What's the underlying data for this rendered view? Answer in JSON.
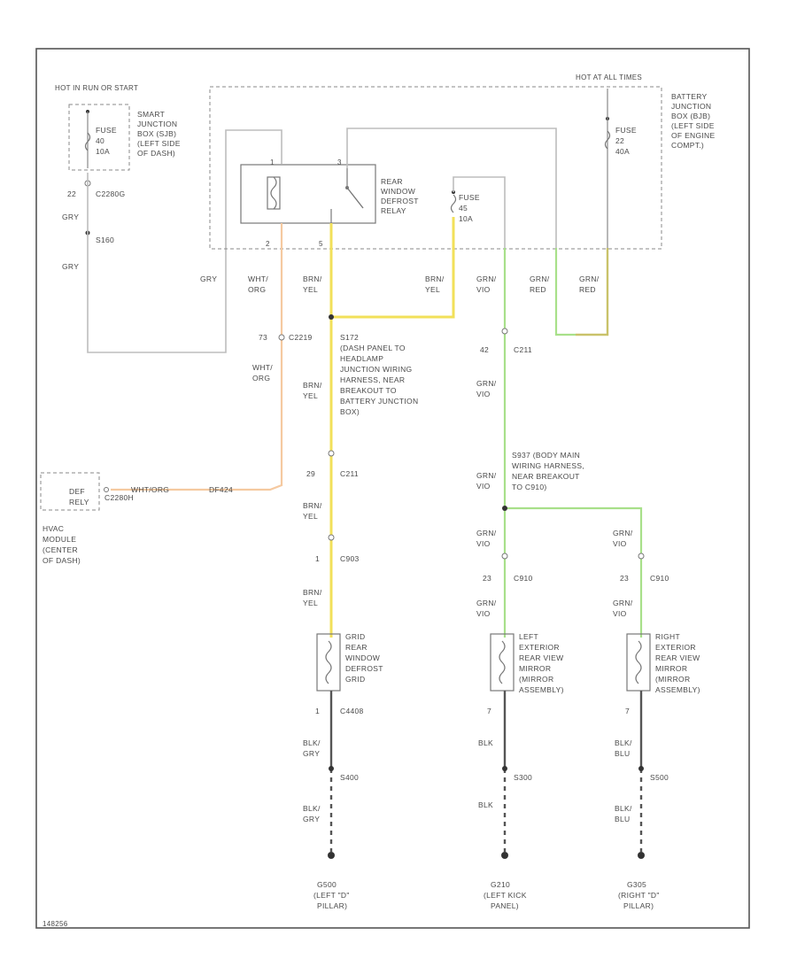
{
  "labels": {
    "hot_run_start": "HOT IN RUN OR START",
    "smart_jb": [
      "SMART",
      "JUNCTION",
      "BOX (SJB)",
      "(LEFT SIDE",
      "OF DASH)"
    ],
    "fuse_sjb": [
      "FUSE",
      "40",
      "10A"
    ],
    "c2280g": "C2280G",
    "pin22": "22",
    "wire_gry_1": "GRY",
    "s160": "S160",
    "wire_gry_2": "GRY",
    "wire_gry_3": "GRY",
    "wht_org_1": [
      "WHT/",
      "ORG"
    ],
    "hot_all_times": "HOT AT ALL TIMES",
    "bjb": [
      "BATTERY",
      "JUNCTION",
      "BOX (BJB)",
      "(LEFT SIDE",
      "OF ENGINE",
      "COMPT.)"
    ],
    "fuse_bjb": [
      "FUSE",
      "22",
      "40A"
    ],
    "relay": [
      "REAR",
      "WINDOW",
      "DEFROST",
      "RELAY"
    ],
    "fuse_relay": [
      "FUSE",
      "45",
      "10A"
    ],
    "relay_pins": [
      "1",
      "3",
      "2",
      "5"
    ],
    "brn_yel_1": [
      "BRN/",
      "YEL"
    ],
    "brn_yel_2": [
      "BRN/",
      "YEL"
    ],
    "grn_vio_1": [
      "GRN/",
      "VIO"
    ],
    "grn_red_1": [
      "GRN/",
      "RED"
    ],
    "grn_red_2": [
      "GRN/",
      "RED"
    ],
    "c2219": "C2219",
    "pin73": "73",
    "wht_org_2": [
      "WHT/",
      "ORG"
    ],
    "s172": [
      "S172",
      "(DASH PANEL TO",
      "HEADLAMP",
      "JUNCTION WIRING",
      "HARNESS, NEAR",
      "BREAKOUT TO",
      "BATTERY JUNCTION",
      "BOX)"
    ],
    "brn_yel_3": [
      "BRN/",
      "YEL"
    ],
    "pin42": "42",
    "c2_1": "C211",
    "grn_vio_2": [
      "GRN/",
      "VIO"
    ],
    "pin29": "29",
    "c2_2": "C211",
    "brn_yel_4": [
      "BRN/",
      "YEL"
    ],
    "pin1": "1",
    "c903": "C903",
    "brn_yel_5": [
      "BRN/",
      "YEL"
    ],
    "s937": [
      "S937 (BODY MAIN",
      "WIRING HARNESS,",
      "NEAR BREAKOUT",
      "TO C910)"
    ],
    "grn_vio_3": [
      "GRN/",
      "VIO"
    ],
    "grn_vio_4": [
      "GRN/",
      "VIO"
    ],
    "grn_vio_5": [
      "GRN/",
      "VIO"
    ],
    "grn_vio_6": [
      "GRN/",
      "VIO"
    ],
    "grn_vio_7": [
      "GRN/",
      "VIO"
    ],
    "pin23_l": "23",
    "c910_l": "C910",
    "pin23_r": "23",
    "c910_r": "C910",
    "hvac_conn": [
      "DEF",
      "RELY"
    ],
    "c2280h": "C2280H",
    "hvac_wire": "WHT/ORG",
    "hvac_circuit": "DF424",
    "hvac_module": [
      "HVAC",
      "MODULE",
      "(CENTER",
      "OF DASH)"
    ],
    "grid": [
      "GRID",
      "REAR",
      "WINDOW",
      "DEFROST",
      "GRID"
    ],
    "c4408": "C4408",
    "pin1_grid": "1",
    "left_mirror": [
      "LEFT",
      "EXTERIOR",
      "REAR VIEW",
      "MIRROR",
      "(MIRROR",
      "ASSEMBLY)"
    ],
    "right_mirror": [
      "RIGHT",
      "EXTERIOR",
      "REAR VIEW",
      "MIRROR",
      "(MIRROR",
      "ASSEMBLY)"
    ],
    "pin7_l": "7",
    "pin7_r": "7",
    "blk_gry_1": [
      "BLK/",
      "GRY"
    ],
    "blk_gry_2": [
      "BLK/",
      "GRY"
    ],
    "blk_1": "BLK",
    "blk_2": "BLK",
    "blk_blu_1": [
      "BLK/",
      "BLU"
    ],
    "blk_blu_2": [
      "BLK/",
      "BLU"
    ],
    "s400": "S400",
    "s300": "S300",
    "s500": "S500",
    "g_left_c": [
      "G500",
      "(LEFT \"D\"",
      "PILLAR)"
    ],
    "g_left_kick": [
      "G210",
      "(LEFT KICK",
      "PANEL)"
    ],
    "g_right_c": [
      "G305",
      "(RIGHT \"D\"",
      "PILLAR)"
    ],
    "figure_id": "148256"
  },
  "colors": {
    "wire_brn_yel": "#f2e05a",
    "wire_grn_vio": "#a8e08a",
    "wire_wht_org": "#f5c9a0",
    "wire_gry": "#bdbdbd",
    "wire_blk": "#555555"
  }
}
